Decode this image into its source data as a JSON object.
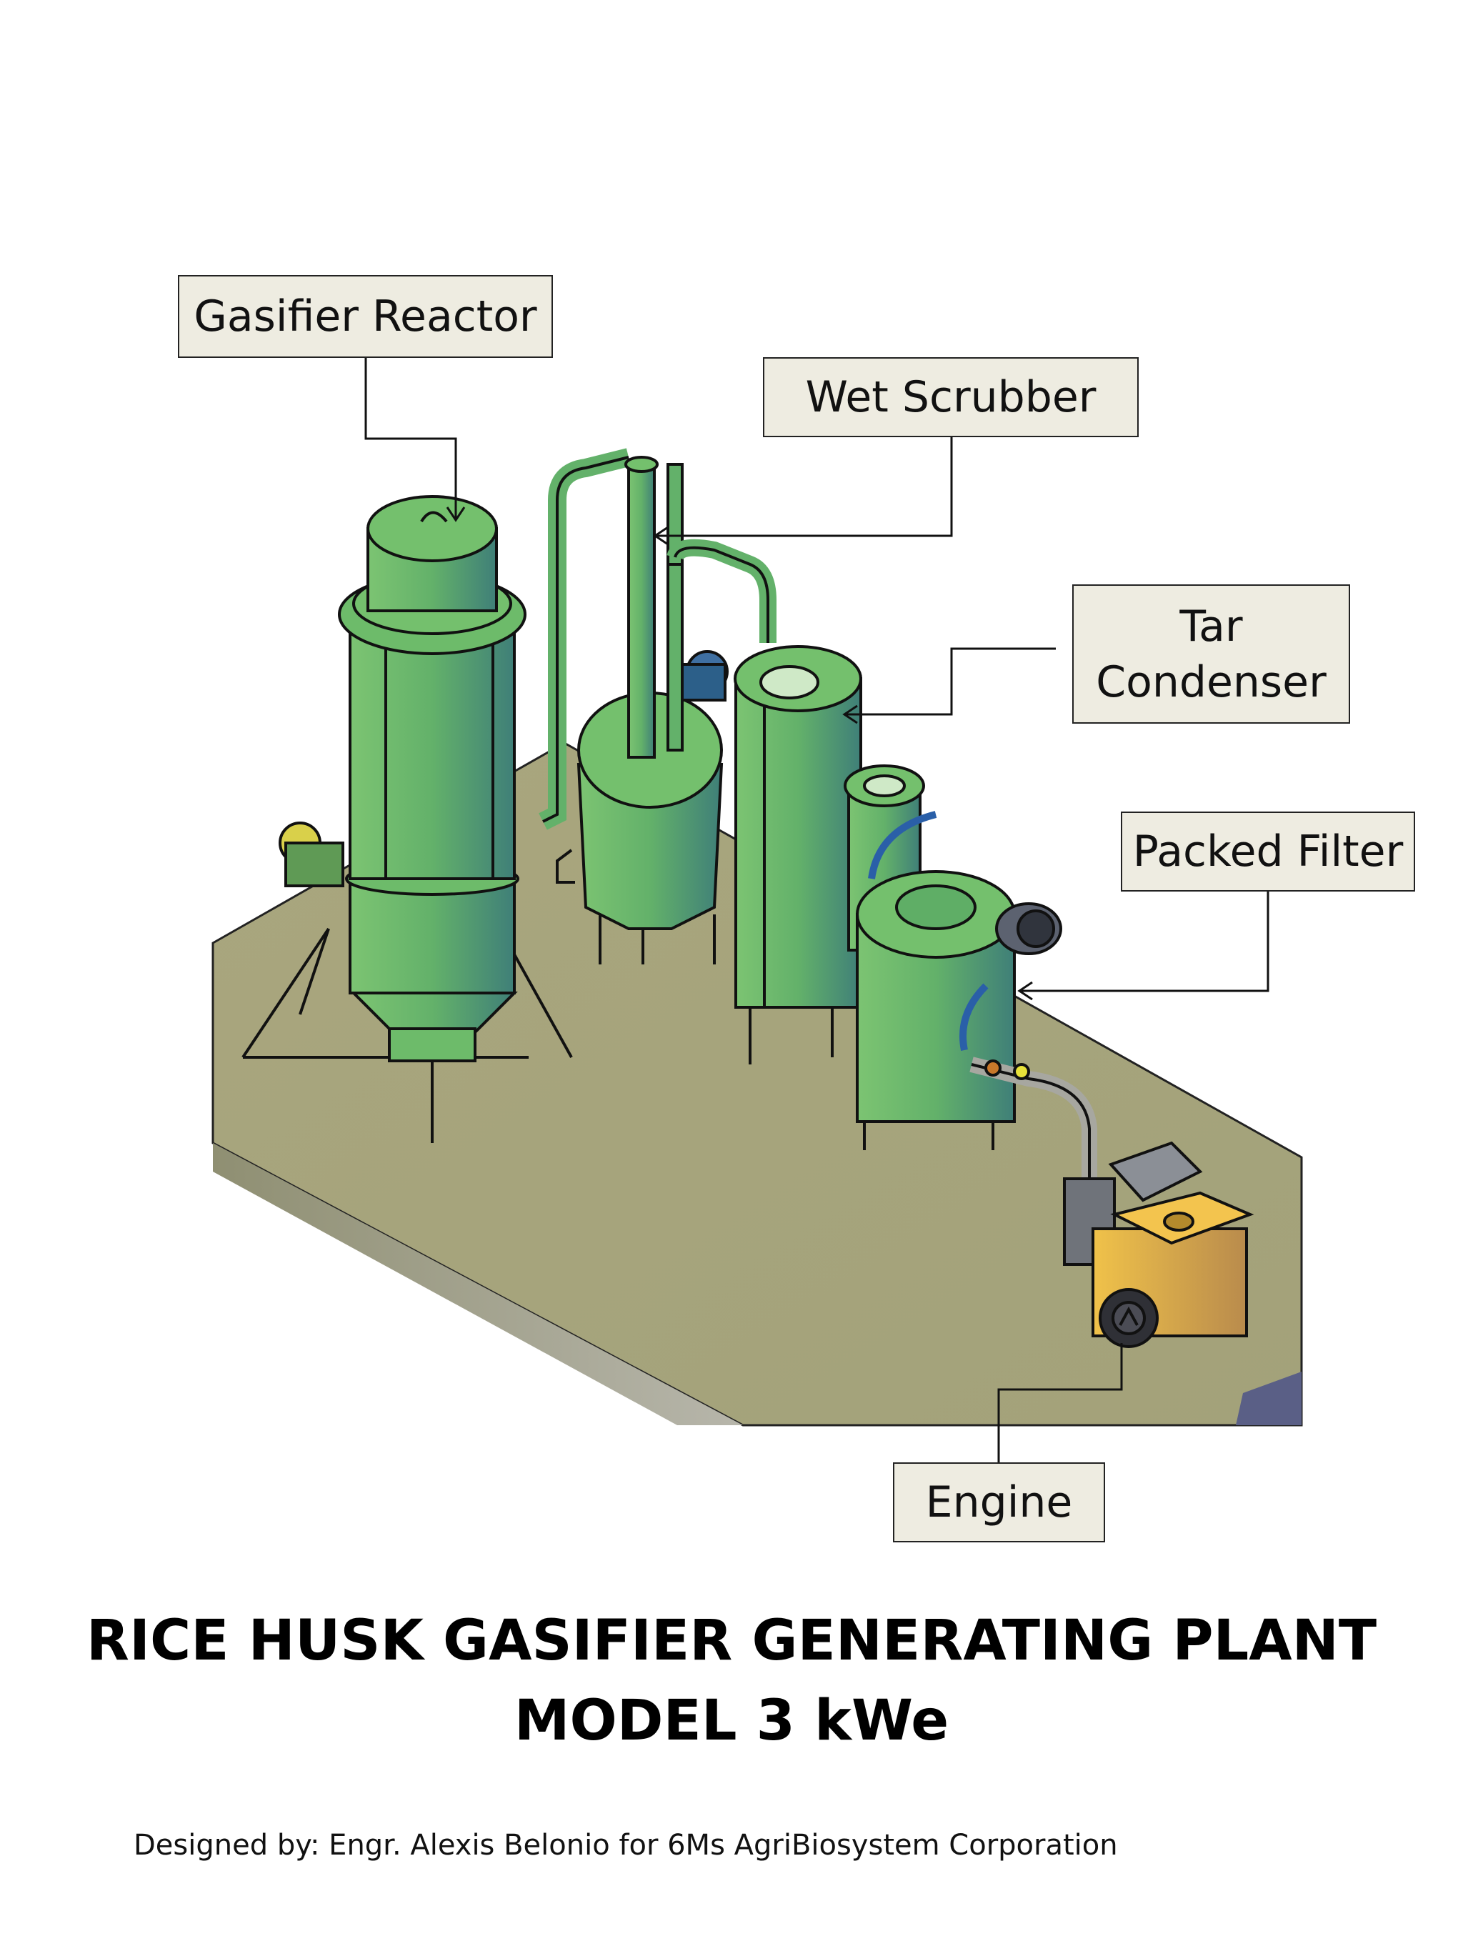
{
  "labels": {
    "gasifier_reactor": "Gasifier Reactor",
    "wet_scrubber": "Wet Scrubber",
    "tar_condenser_line1": "Tar",
    "tar_condenser_line2": "Condenser",
    "packed_filter": "Packed Filter",
    "engine": "Engine"
  },
  "title": {
    "line1": "RICE HUSK GASIFIER GENERATING PLANT",
    "line2": "MODEL 3 kWe"
  },
  "credit": "Designed by: Engr. Alexis Belonio for 6Ms AgriBiosystem Corporation",
  "colors": {
    "vessel_green": "#6dbb6a",
    "vessel_dark": "#3e8a56",
    "base_slab": "#a8a57c",
    "engine_yellow": "#e9b23a",
    "label_bg": "#eeece1"
  }
}
